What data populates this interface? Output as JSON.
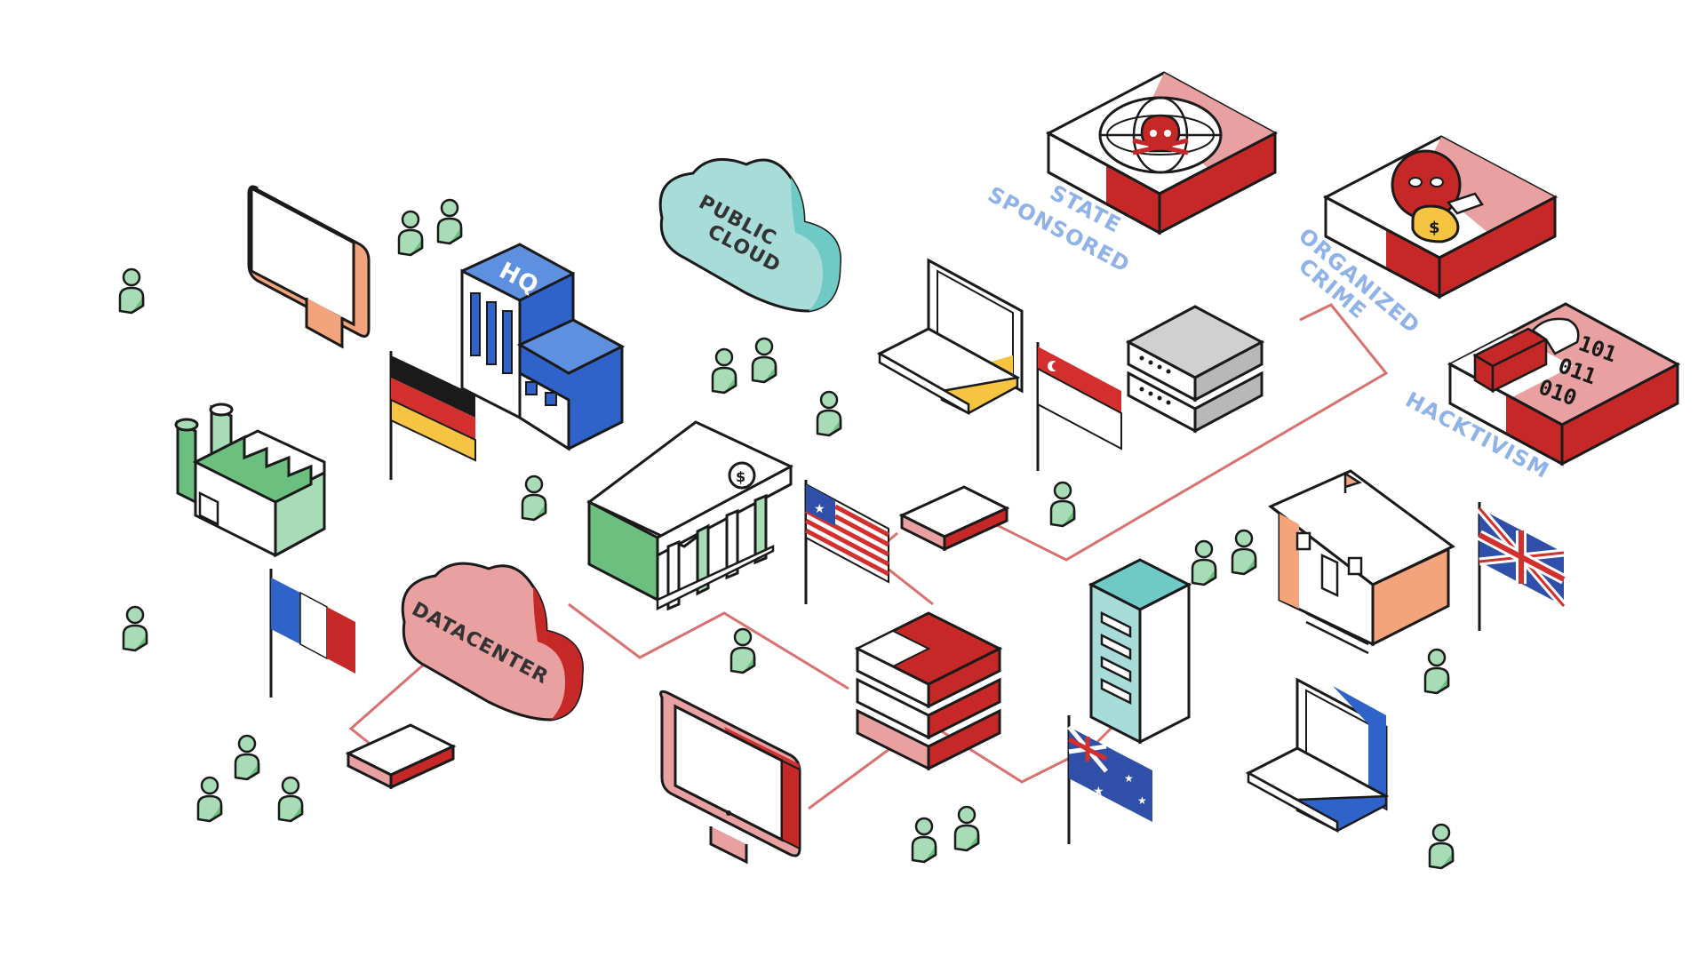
{
  "labels": {
    "hq": "HQ",
    "public_cloud_line1": "PUBLIC",
    "public_cloud_line2": "CLOUD",
    "datacenter": "DATACENTER",
    "state_sponsored_line1": "STATE",
    "state_sponsored_line2": "SPONSORED",
    "organized_crime_line1": "ORGANIZED",
    "organized_crime_line2": "CRIME",
    "hacktivism": "HACKTIVISM",
    "binary_line1": "101",
    "binary_line2": "011",
    "binary_line3": "010",
    "dollar": "$"
  },
  "colors": {
    "threat_red": "#c62828",
    "threat_pink": "#e8a0a0",
    "threat_label": "#8fb3e8",
    "link_line": "#d9716f",
    "green": "#6cbf7e",
    "green_light": "#a8dcb6",
    "blue": "#2f63c9",
    "orange": "#f4a47c",
    "yellow": "#f5c542",
    "teal": "#6fcac6",
    "grey": "#b8b8b8"
  },
  "icons": [
    "monitor-icon",
    "hq-building-icon",
    "public-cloud-icon",
    "laptop-icon",
    "server-stack-icon",
    "factory-icon",
    "bank-icon",
    "router-icon",
    "datacenter-cloud-icon",
    "tower-server-icon",
    "house-icon",
    "person-icon",
    "flag-germany-icon",
    "flag-singapore-icon",
    "flag-liberia-icon",
    "flag-france-icon",
    "flag-australia-icon",
    "flag-uk-icon",
    "globe-skull-icon",
    "mask-moneybag-icon",
    "fist-binary-icon"
  ]
}
